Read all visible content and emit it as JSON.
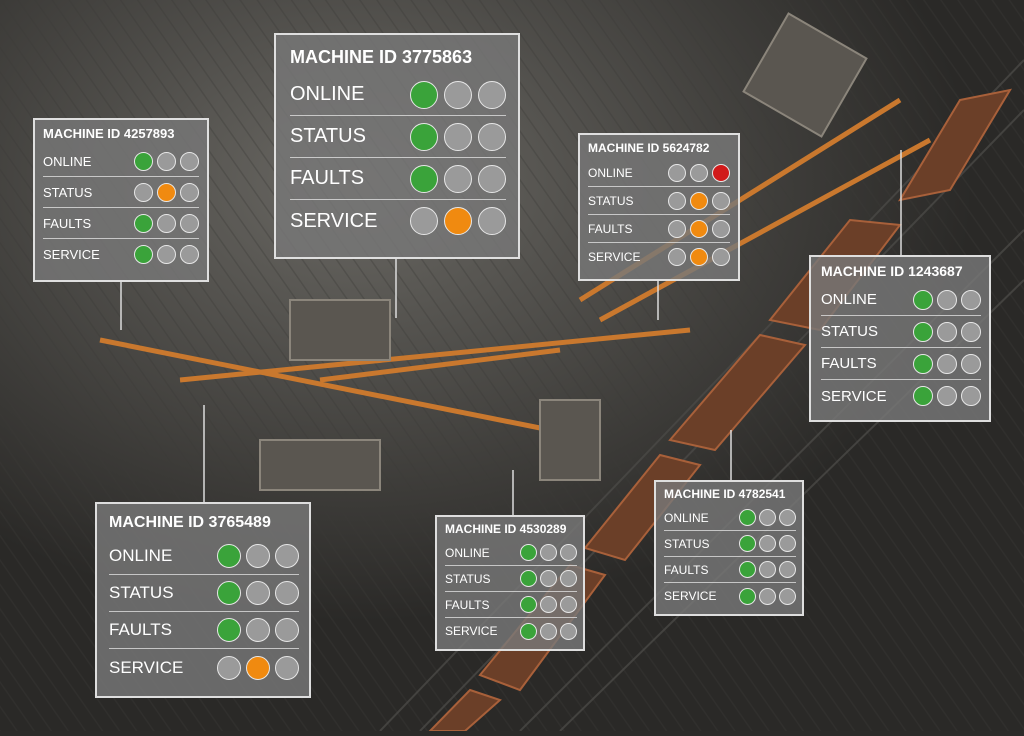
{
  "colors": {
    "online": "#3aa33a",
    "warning": "#f08a10",
    "fault": "#d11a1a",
    "idle": "#9a9a9a"
  },
  "panels": [
    {
      "id": "machine-4257893",
      "title": "MACHINE ID 4257893",
      "rows": [
        {
          "label": "ONLINE",
          "states": [
            "green",
            "grey",
            "grey"
          ]
        },
        {
          "label": "STATUS",
          "states": [
            "grey",
            "orange",
            "grey"
          ]
        },
        {
          "label": "FAULTS",
          "states": [
            "green",
            "grey",
            "grey"
          ]
        },
        {
          "label": "SERVICE",
          "states": [
            "green",
            "grey",
            "grey"
          ]
        }
      ]
    },
    {
      "id": "machine-3775863",
      "title": "MACHINE ID 3775863",
      "rows": [
        {
          "label": "ONLINE",
          "states": [
            "green",
            "grey",
            "grey"
          ]
        },
        {
          "label": "STATUS",
          "states": [
            "green",
            "grey",
            "grey"
          ]
        },
        {
          "label": "FAULTS",
          "states": [
            "green",
            "grey",
            "grey"
          ]
        },
        {
          "label": "SERVICE",
          "states": [
            "grey",
            "orange",
            "grey"
          ]
        }
      ]
    },
    {
      "id": "machine-5624782",
      "title": "MACHINE ID 5624782",
      "rows": [
        {
          "label": "ONLINE",
          "states": [
            "grey",
            "grey",
            "red"
          ]
        },
        {
          "label": "STATUS",
          "states": [
            "grey",
            "orange",
            "grey"
          ]
        },
        {
          "label": "FAULTS",
          "states": [
            "grey",
            "orange",
            "grey"
          ]
        },
        {
          "label": "SERVICE",
          "states": [
            "grey",
            "orange",
            "grey"
          ]
        }
      ]
    },
    {
      "id": "machine-1243687",
      "title": "MACHINE ID 1243687",
      "rows": [
        {
          "label": "ONLINE",
          "states": [
            "green",
            "grey",
            "grey"
          ]
        },
        {
          "label": "STATUS",
          "states": [
            "green",
            "grey",
            "grey"
          ]
        },
        {
          "label": "FAULTS",
          "states": [
            "green",
            "grey",
            "grey"
          ]
        },
        {
          "label": "SERVICE",
          "states": [
            "green",
            "grey",
            "grey"
          ]
        }
      ]
    },
    {
      "id": "machine-3765489",
      "title": "MACHINE ID 3765489",
      "rows": [
        {
          "label": "ONLINE",
          "states": [
            "green",
            "grey",
            "grey"
          ]
        },
        {
          "label": "STATUS",
          "states": [
            "green",
            "grey",
            "grey"
          ]
        },
        {
          "label": "FAULTS",
          "states": [
            "green",
            "grey",
            "grey"
          ]
        },
        {
          "label": "SERVICE",
          "states": [
            "grey",
            "orange",
            "grey"
          ]
        }
      ]
    },
    {
      "id": "machine-4530289",
      "title": "MACHINE ID 4530289",
      "rows": [
        {
          "label": "ONLINE",
          "states": [
            "green",
            "grey",
            "grey"
          ]
        },
        {
          "label": "STATUS",
          "states": [
            "green",
            "grey",
            "grey"
          ]
        },
        {
          "label": "FAULTS",
          "states": [
            "green",
            "grey",
            "grey"
          ]
        },
        {
          "label": "SERVICE",
          "states": [
            "green",
            "grey",
            "grey"
          ]
        }
      ]
    },
    {
      "id": "machine-4782541",
      "title": "MACHINE ID 4782541",
      "rows": [
        {
          "label": "ONLINE",
          "states": [
            "green",
            "grey",
            "grey"
          ]
        },
        {
          "label": "STATUS",
          "states": [
            "green",
            "grey",
            "grey"
          ]
        },
        {
          "label": "FAULTS",
          "states": [
            "green",
            "grey",
            "grey"
          ]
        },
        {
          "label": "SERVICE",
          "states": [
            "green",
            "grey",
            "grey"
          ]
        }
      ]
    }
  ]
}
